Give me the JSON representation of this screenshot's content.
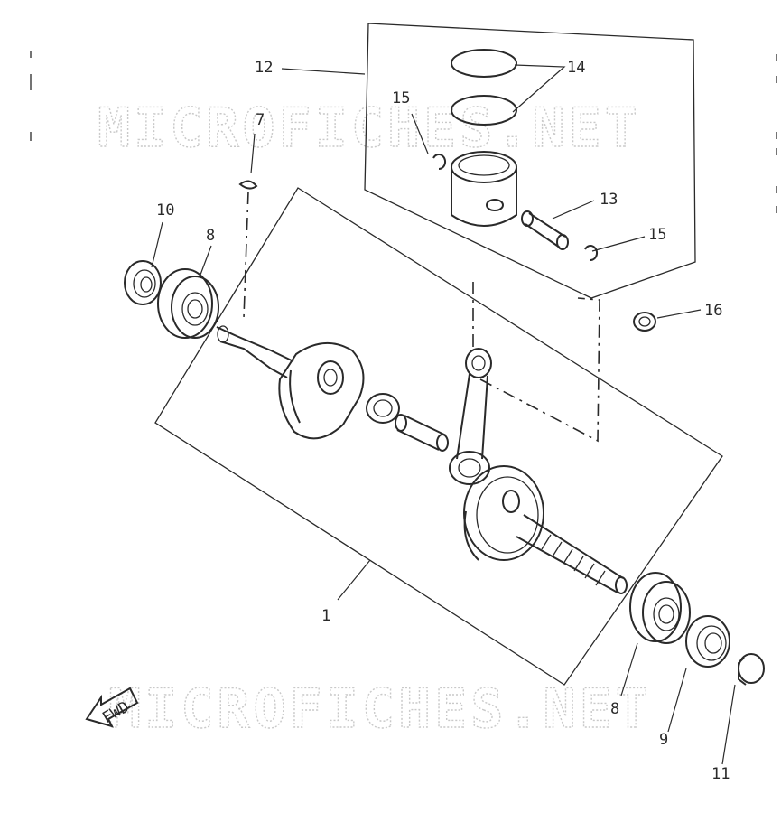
{
  "watermark": "MICROFICHES.NET",
  "fwd_arrow": "FWD",
  "callouts": [
    {
      "id": "c1",
      "text": "1"
    },
    {
      "id": "c7",
      "text": "7"
    },
    {
      "id": "c8a",
      "text": "8"
    },
    {
      "id": "c8b",
      "text": "8"
    },
    {
      "id": "c9",
      "text": "9"
    },
    {
      "id": "c10",
      "text": "10"
    },
    {
      "id": "c11",
      "text": "11"
    },
    {
      "id": "c12",
      "text": "12"
    },
    {
      "id": "c13",
      "text": "13"
    },
    {
      "id": "c14",
      "text": "14"
    },
    {
      "id": "c15a",
      "text": "15"
    },
    {
      "id": "c15b",
      "text": "15"
    },
    {
      "id": "c16",
      "text": "16"
    }
  ],
  "colors": {
    "ink": "#2a2a2a",
    "watermark": "#c9c9c9",
    "background": "#ffffff"
  }
}
